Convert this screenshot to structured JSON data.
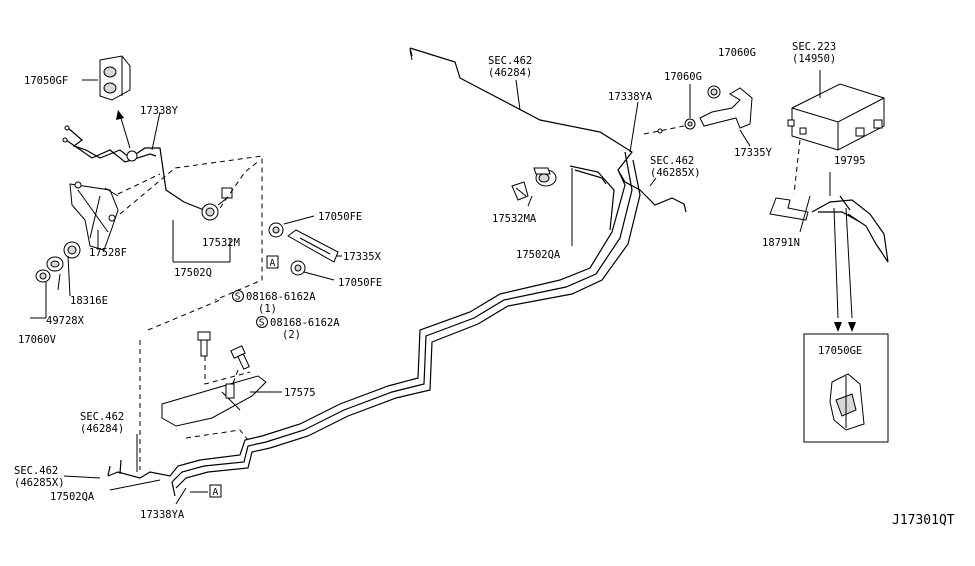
{
  "diagram_id": "J17301QT",
  "labels": {
    "p17050GF": "17050GF",
    "p17338Y": "17338Y",
    "p17528F": "17528F",
    "p18316E": "18316E",
    "p49728X": "49728X",
    "p17060V": "17060V",
    "p17532M": "17532M",
    "p17502Q": "17502Q",
    "p17050FE_top": "17050FE",
    "p17335X": "17335X",
    "p17050FE_bot": "17050FE",
    "marker_a_top": "A",
    "marker_a_bot": "A",
    "bolt1_code": "08168-6162A",
    "bolt1_qty": "(1)",
    "bolt2_code": "08168-6162A",
    "bolt2_qty": "(2)",
    "bolt_symbol": "S",
    "p17575": "17575",
    "sec462_left_a": "SEC.462",
    "sec462_left_a_sub": "(46284)",
    "sec462_left_b": "SEC.462",
    "sec462_left_b_sub": "(46285X)",
    "p17502QA_left": "17502QA",
    "p17338YA_bot": "17338YA",
    "sec462_top": "SEC.462",
    "sec462_top_sub": "(46284)",
    "p17532MA": "17532MA",
    "p17502QA_mid": "17502QA",
    "p17338YA_top": "17338YA",
    "sec462_mid": "SEC.462",
    "sec462_mid_sub": "(46285X)",
    "p17060G_a": "17060G",
    "p17060G_b": "17060G",
    "p17335Y": "17335Y",
    "sec223": "SEC.223",
    "sec223_sub": "(14950)",
    "p19795": "19795",
    "p18791N": "18791N",
    "p17050GE": "17050GE"
  }
}
